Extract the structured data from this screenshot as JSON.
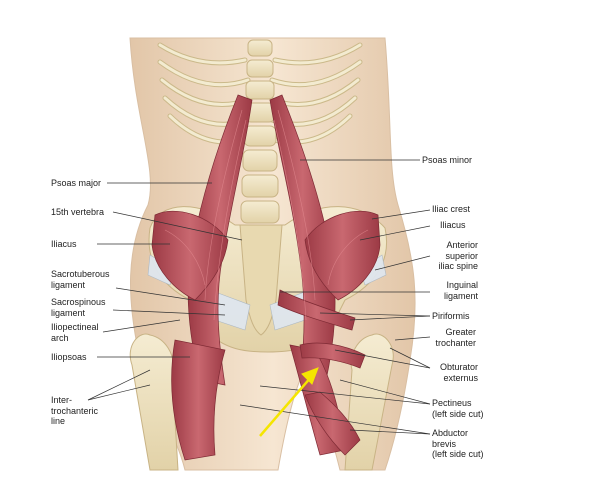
{
  "labels": {
    "psoas_major": "Psoas major",
    "vertebra_15th": "15th vertebra",
    "iliacus_left": "Iliacus",
    "sacrotuberous_ligament": "Sacrotuberous\nligament",
    "sacrospinous_ligament": "Sacrospinous\nligament",
    "iliopectineal_arch": "Iliopectineal\narch",
    "iliopsoas": "Iliopsoas",
    "intertrochanteric_line": "Inter-\ntrochanteric\nline",
    "psoas_minor": "Psoas minor",
    "iliac_crest": "Iliac crest",
    "iliacus_right": "Iliacus",
    "anterior_superior_iliac_spine": "Anterior\nsuperior\niliac spine",
    "inguinal_ligament": "Inguinal\nligament",
    "piriformis": "Piriformis",
    "greater_trochanter": "Greater\ntrochanter",
    "obturator_externus": "Obturator\nexternus",
    "pectineus": "Pectineus\n(left side cut)",
    "abductor_brevis": "Abductor\nbrevis\n(left side cut)"
  },
  "colors": {
    "skin": "#f1dcc4",
    "bone": "#efe3c2",
    "muscle": "#b8505a",
    "ligament": "#dfe6ee",
    "arrow": "#f5e500",
    "leader": "#333333"
  }
}
